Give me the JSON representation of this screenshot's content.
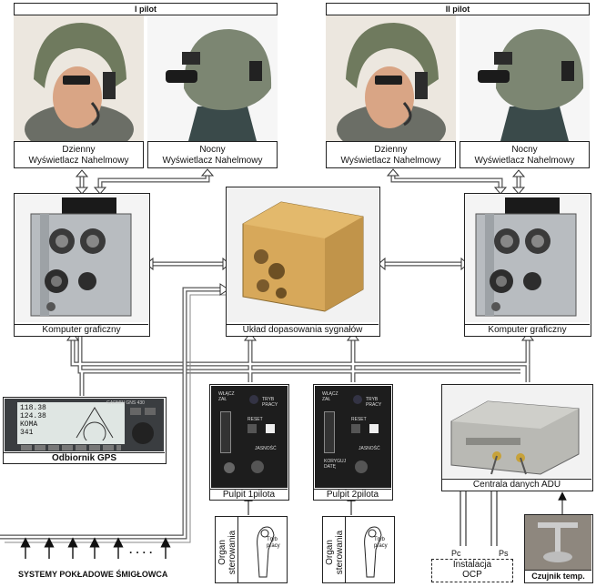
{
  "pilot1": {
    "header": "I pilot"
  },
  "pilot2": {
    "header": "II pilot"
  },
  "display_day": {
    "line1": "Dzienny",
    "line2": "Wyświetlacz Nahelmowy"
  },
  "display_night": {
    "line1": "Nocny",
    "line2": "Wyświetlacz Nahelmowy"
  },
  "graphics_computer": {
    "label": "Komputer graficzny"
  },
  "signal_unit": {
    "label": "Układ dopasowania sygnałów"
  },
  "gps": {
    "label": "Odbiornik GPS",
    "screen_lines": [
      "118.38",
      "124.38",
      "KOMA",
      "341"
    ],
    "brand": "GARMIN  GNS 430"
  },
  "panel1": {
    "label": "Pulpit 1pilota"
  },
  "panel2": {
    "label": "Pulpit 2pilota"
  },
  "panel_texts": {
    "switch1": "WŁĄCZ ZAŁ",
    "switch2": "TRYB PRACY",
    "reset": "RESET",
    "bright": "JASNOŚĆ",
    "koryg": "KORYGUJ DATĘ"
  },
  "adu": {
    "label": "Centrala danych ADU"
  },
  "control": {
    "line1": "Organ",
    "line2": "sterowania",
    "mode": "Tryb pracy"
  },
  "installation": {
    "line1": "Instalacja",
    "line2": "OCP",
    "pc": "Pc",
    "ps": "Ps"
  },
  "temp_sensor": {
    "label": "Czujnik temp."
  },
  "systems": {
    "label": "SYSTEMY POKŁADOWE ŚMIGŁOWCA",
    "dots": "· · · ·"
  }
}
